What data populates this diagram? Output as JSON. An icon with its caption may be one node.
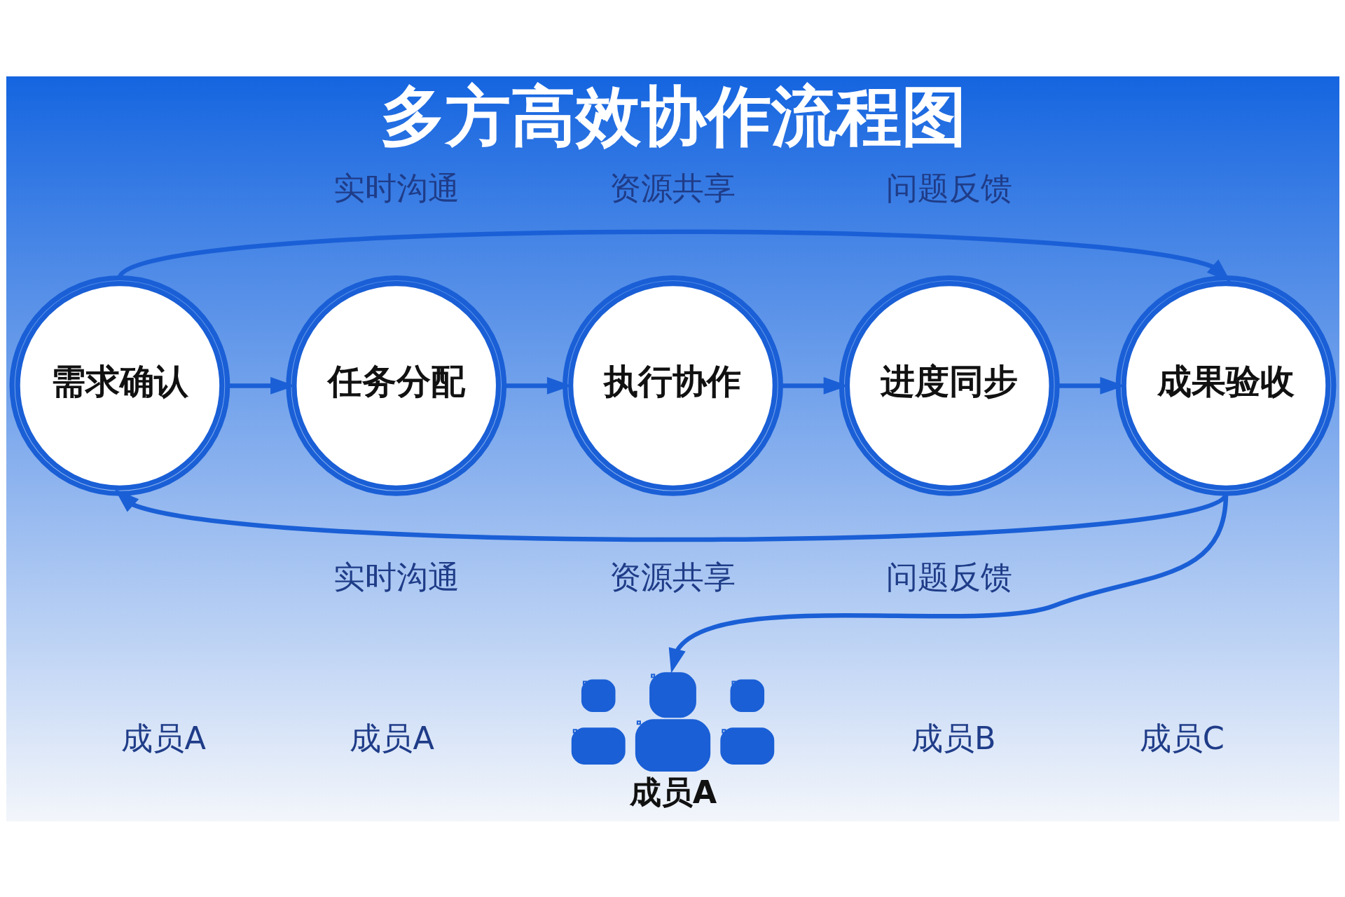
{
  "diagram": {
    "title": "多方高效协作流程图",
    "nodes": [
      {
        "text": [
          "需求确认"
        ]
      },
      {
        "text": [
          "任务分配"
        ]
      },
      {
        "text": [
          "执行协作"
        ]
      },
      {
        "text": [
          "进度同步"
        ]
      },
      {
        "text": [
          "成果验收"
        ]
      },
      {
        "text": [],
        "shape": "person",
        "beside": [
          "成员A"
        ]
      }
    ],
    "edges": [
      {
        "from": 0,
        "to": 1,
        "arrow": "to"
      },
      {
        "from": 1,
        "to": 2,
        "arrow": "to"
      },
      {
        "from": 2,
        "to": 3,
        "arrow": "to"
      },
      {
        "from": 3,
        "to": 4,
        "arrow": "to"
      },
      {
        "from": 0,
        "to": 4,
        "arrow": "to"
      },
      {
        "from": 4,
        "to": 5,
        "arrow": "to"
      },
      {
        "from": 4,
        "to": 0,
        "arrow": "to"
      }
    ],
    "labels": [
      "实时沟通",
      "资源共享",
      "问题反馈",
      "实时沟通",
      "资源共享",
      "问题反馈",
      "成员A",
      "成员A",
      "成员B",
      "成员C"
    ]
  }
}
